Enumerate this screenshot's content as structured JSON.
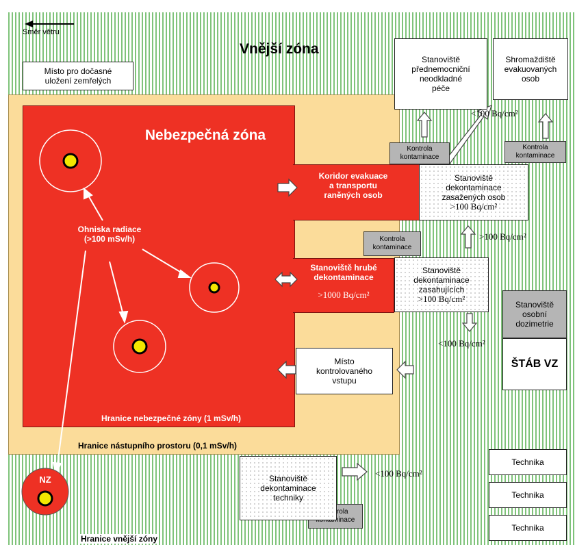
{
  "wind_label": "Směr větru",
  "outer_zone_title": "Vnější zóna",
  "temp_storage": "Místo pro dočasné\nuložení zemřelých",
  "danger_zone_title": "Nebezpečná zóna",
  "radiation_sources_label": "Ohniska radiace\n(>100 mSv/h)",
  "danger_zone_border": "Hranice nebezpečné zóny (1 mSv/h)",
  "staging_area_border": "Hranice nástupního prostoru (0,1 mSv/h)",
  "outer_zone_border": "Hranice vnější zóny",
  "evac_corridor": "Koridor evakuace\na transportu\nraněných osob",
  "rough_decon": "Stanoviště hrubé\ndekontaminace",
  "rough_decon_limit": ">1000 Bq/cm²",
  "prehospital_care": "Stanoviště\npřednemocniční\nneodkladné\npéče",
  "evacuee_gathering": "Shromaždiště\nevakuovaných\nosob",
  "decon_affected": "Stanoviště\ndekontaminace\nzasažených osob",
  "decon_affected_limit": ">100 Bq/cm²",
  "decon_responders": "Stanoviště\ndekontaminace\nzasahujících",
  "decon_responders_limit": ">100 Bq/cm²",
  "controlled_entry": "Místo\nkontrolovaného\nvstupu",
  "personal_dosimetry": "Stanoviště\nosobní\ndozimetrie",
  "hq": "ŠTÁB VZ",
  "equipment_decon": "Stanoviště\ndekontaminace\ntechniky",
  "contamination_check": "Kontrola\nkontaminace",
  "limit_below_100_a": "<100 Bq/cm²",
  "limit_above_100": ">100 Bq/cm²",
  "limit_below_100_b": "<100 Bq/cm²",
  "limit_below_100_c": "<100 Bq/cm²",
  "equipment_1": "Technika",
  "equipment_2": "Technika",
  "equipment_3": "Technika",
  "nz_label": "NZ",
  "colors": {
    "danger_red": "#ee3124",
    "staging_tan": "#fbdc9a",
    "grass_green": "#7fc37a",
    "check_gray": "#b5b5b5",
    "source_yellow": "#f3e600"
  }
}
